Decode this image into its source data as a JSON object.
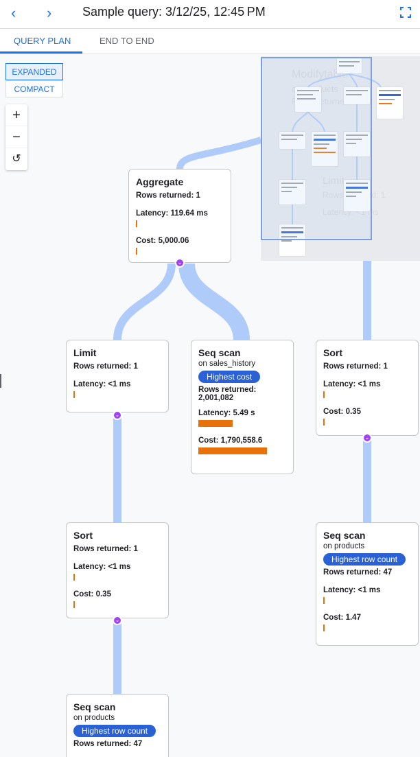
{
  "header": {
    "title": "Sample query: 3/12/25, 12:45 PM",
    "back_icon": "chevron-left-icon",
    "forward_icon": "chevron-right-icon",
    "fullscreen_icon": "fullscreen-icon"
  },
  "tabs": [
    {
      "label": "QUERY PLAN",
      "active": true
    },
    {
      "label": "END TO END",
      "active": false
    }
  ],
  "view_modes": {
    "expanded": "EXPANDED",
    "compact": "COMPACT",
    "selected": "EXPANDED"
  },
  "zoom_controls": {
    "zoom_in": "+",
    "zoom_out": "−",
    "reset": "↺"
  },
  "background_nodes": {
    "modifytable": {
      "title": "Modifytable",
      "sub": "on products",
      "rows": "Rows returned"
    },
    "limit": {
      "title": "Limit",
      "rows": "Rows returned: 1",
      "latency": "Latency: <1 ms"
    }
  },
  "nodes": {
    "aggregate": {
      "title": "Aggregate",
      "rows": "Rows returned: 1",
      "latency": "Latency: 119.64 ms",
      "cost": "Cost: 5,000.06"
    },
    "limit": {
      "title": "Limit",
      "rows": "Rows returned: 1",
      "latency": "Latency: <1 ms"
    },
    "seq_scan_sales": {
      "title": "Seq scan",
      "on": "on sales_history",
      "badge": "Highest cost",
      "rows_label": "Rows returned:",
      "rows_value": "2,001,082",
      "latency": "Latency: 5.49 s",
      "cost": "Cost: 1,790,558.6"
    },
    "sort_right": {
      "title": "Sort",
      "rows": "Rows returned: 1",
      "latency": "Latency: <1 ms",
      "cost": "Cost: 0.35"
    },
    "sort_left": {
      "title": "Sort",
      "rows": "Rows returned: 1",
      "latency": "Latency: <1 ms",
      "cost": "Cost: 0.35"
    },
    "seq_scan_products_right": {
      "title": "Seq scan",
      "on": "on products",
      "badge": "Highest row count",
      "rows": "Rows returned: 47",
      "latency": "Latency: <1 ms",
      "cost": "Cost: 1.47"
    },
    "seq_scan_products_bottom": {
      "title": "Seq scan",
      "on": "on products",
      "badge": "Highest row count",
      "rows": "Rows returned: 47"
    }
  },
  "colors": {
    "accent": "#1a73e8",
    "edge": "#aecbfa",
    "bar": "#e8710a",
    "badge": "#2a62d6",
    "expand_dot": "#a142f4"
  }
}
